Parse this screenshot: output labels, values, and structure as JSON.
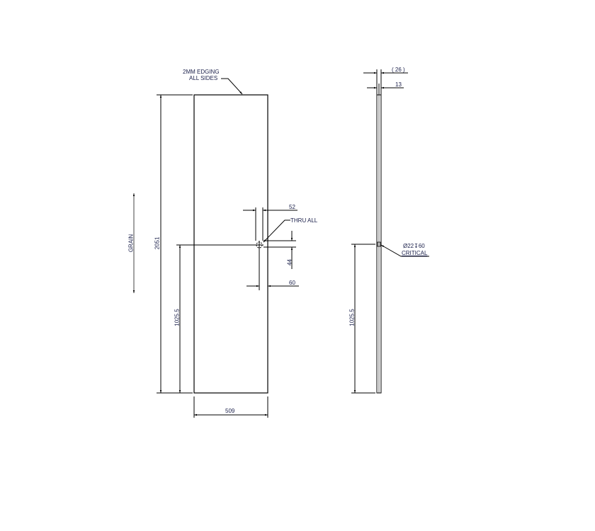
{
  "drawing": {
    "type": "panel-detail",
    "text_color": "#1a1f4a",
    "line_color": "#000000",
    "front_view": {
      "note_edging_line1": "2MM EDGING",
      "note_edging_line2": "ALL SIDES",
      "grain_label": "GRAIN",
      "height_dim": "2051",
      "hole_height_dim": "1025.5",
      "width_dim": "509",
      "hole_offset_dim_top": "52",
      "hole_offset_dim_bottom": "60",
      "hole_spacing_dim": "44",
      "hole_note": "THRU ALL"
    },
    "side_view": {
      "overall_thickness_dim": "( 26 )",
      "thickness_dim": "13",
      "hole_height_dim": "1025.5",
      "hole_spec": "Ø22↧60",
      "hole_note": "CRITICAL"
    }
  }
}
